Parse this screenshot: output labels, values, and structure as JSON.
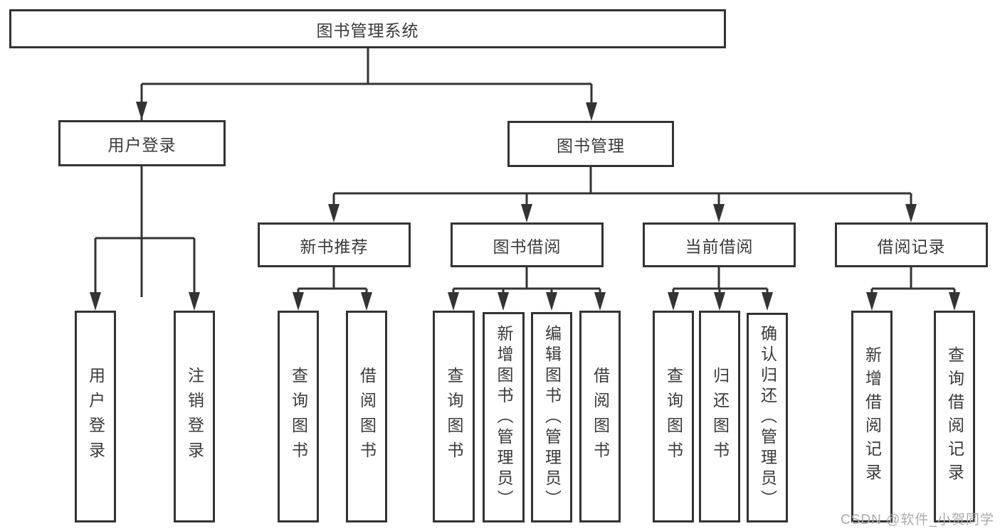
{
  "diagram_title": "图书管理系统",
  "tree": {
    "root": {
      "label": "图书管理系统"
    },
    "level2": [
      {
        "label": "用户登录"
      },
      {
        "label": "图书管理"
      }
    ],
    "user_login_children": [
      {
        "label": "用户登录"
      },
      {
        "label": "注销登录"
      }
    ],
    "book_management_children": [
      {
        "label": "新书推荐"
      },
      {
        "label": "图书借阅"
      },
      {
        "label": "当前借阅"
      },
      {
        "label": "借阅记录"
      }
    ],
    "new_book_recommend_children": [
      {
        "label": "查询图书"
      },
      {
        "label": "借阅图书"
      }
    ],
    "book_borrow_children": [
      {
        "label": "查询图书"
      },
      {
        "label": "新增图书（管理员）"
      },
      {
        "label": "编辑图书（管理员）"
      },
      {
        "label": "借阅图书"
      }
    ],
    "current_borrow_children": [
      {
        "label": "查询图书"
      },
      {
        "label": "归还图书"
      },
      {
        "label": "确认归还（管理员）"
      }
    ],
    "borrow_record_children": [
      {
        "label": "新增借阅记录"
      },
      {
        "label": "查询借阅记录"
      }
    ]
  },
  "watermark": {
    "text": "CSDN @软件_小贺同学"
  },
  "colors": {
    "line": "#333333",
    "text": "#3a3a3a",
    "background": "#ffffff",
    "watermark": "#aaaaaa"
  }
}
